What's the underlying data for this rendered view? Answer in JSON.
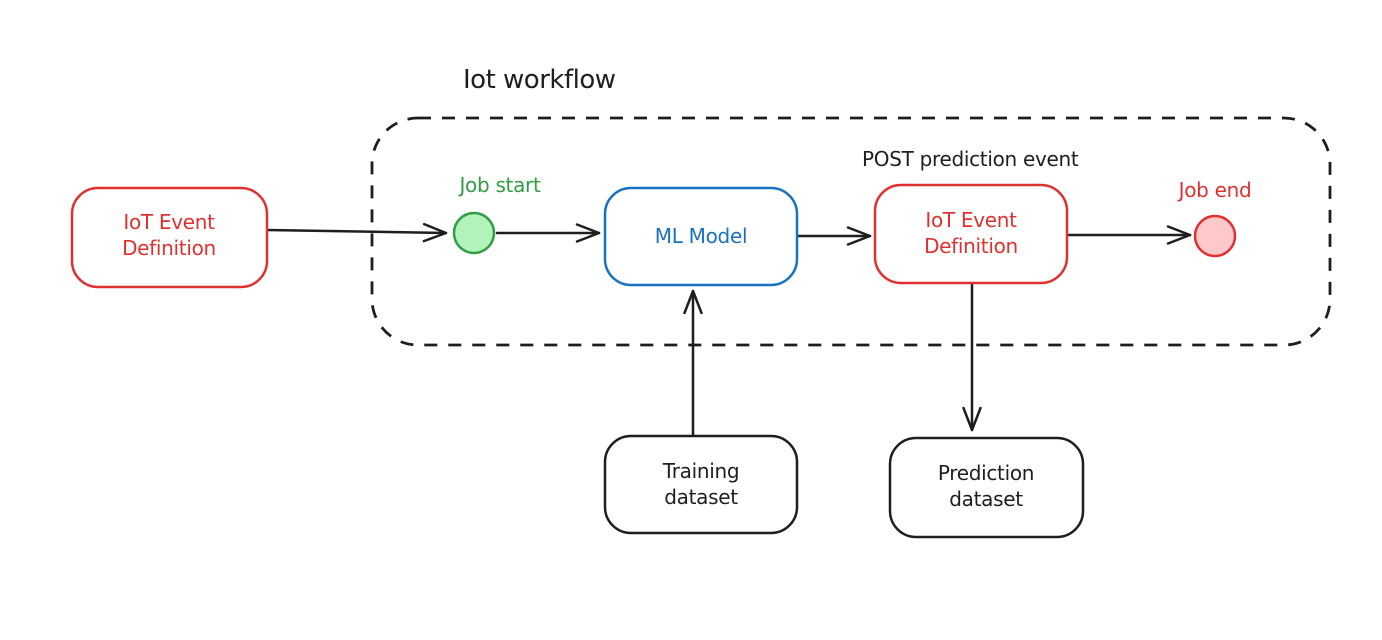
{
  "diagram": {
    "container": {
      "title": "Iot workflow"
    },
    "labels": {
      "job_start": "Job start",
      "job_end": "Job end",
      "post_prediction_event": "POST prediction event"
    },
    "nodes": {
      "iot_event_left": {
        "line1": "IoT Event",
        "line2": "Definition"
      },
      "ml_model": {
        "label": "ML Model"
      },
      "iot_event_right": {
        "line1": "IoT Event",
        "line2": "Definition"
      },
      "training_dataset": {
        "line1": "Training",
        "line2": "dataset"
      },
      "prediction_dataset": {
        "line1": "Prediction",
        "line2": "dataset"
      }
    },
    "colors": {
      "black": "#1e1e1e",
      "red": "#e03131",
      "blue": "#1971c2",
      "green": "#2f9e44",
      "green_fill": "#b2f2bb",
      "red_fill": "#ffc9c9"
    }
  }
}
